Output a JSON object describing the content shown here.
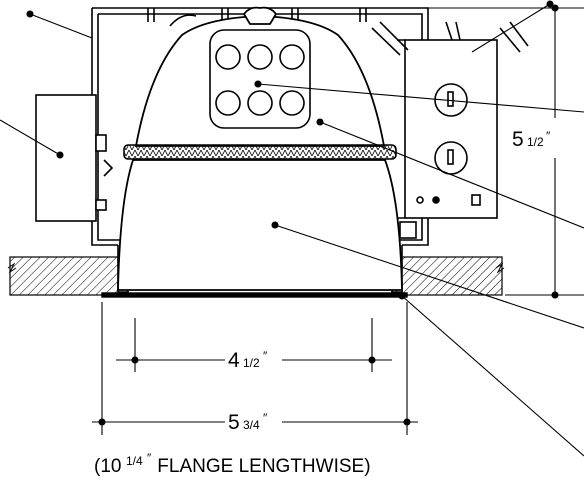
{
  "dimensions": {
    "height_whole": "5",
    "height_frac": "1/2",
    "height_mark": "″",
    "aperture_whole": "4",
    "aperture_frac": "1/2",
    "aperture_mark": "″",
    "flange_whole": "5",
    "flange_frac": "3/4",
    "flange_mark": "″"
  },
  "note": {
    "open": "(10",
    "frac": "1/4",
    "mark": "″",
    "rest": " FLANGE LENGTHWISE)"
  },
  "colors": {
    "line": "#000000",
    "hatch": "#000000",
    "background": "#ffffff"
  }
}
